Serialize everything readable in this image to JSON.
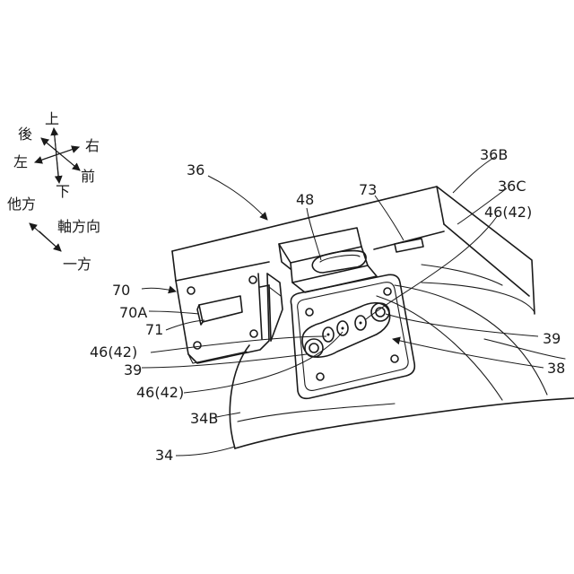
{
  "directions": {
    "up": "上",
    "rear": "後",
    "right": "右",
    "left": "左",
    "front": "前",
    "down": "下",
    "other_side": "他方",
    "axial": "軸方向",
    "one_side": "一方"
  },
  "refs": {
    "r36": "36",
    "r36B": "36B",
    "r36C": "36C",
    "r48": "48",
    "r73": "73",
    "r46_42_top": "46(42)",
    "r70": "70",
    "r70A": "70A",
    "r71": "71",
    "r46_42_left": "46(42)",
    "r39_left": "39",
    "r46_42_bottom": "46(42)",
    "r39_right": "39",
    "r38": "38",
    "r34B": "34B",
    "r34": "34"
  }
}
